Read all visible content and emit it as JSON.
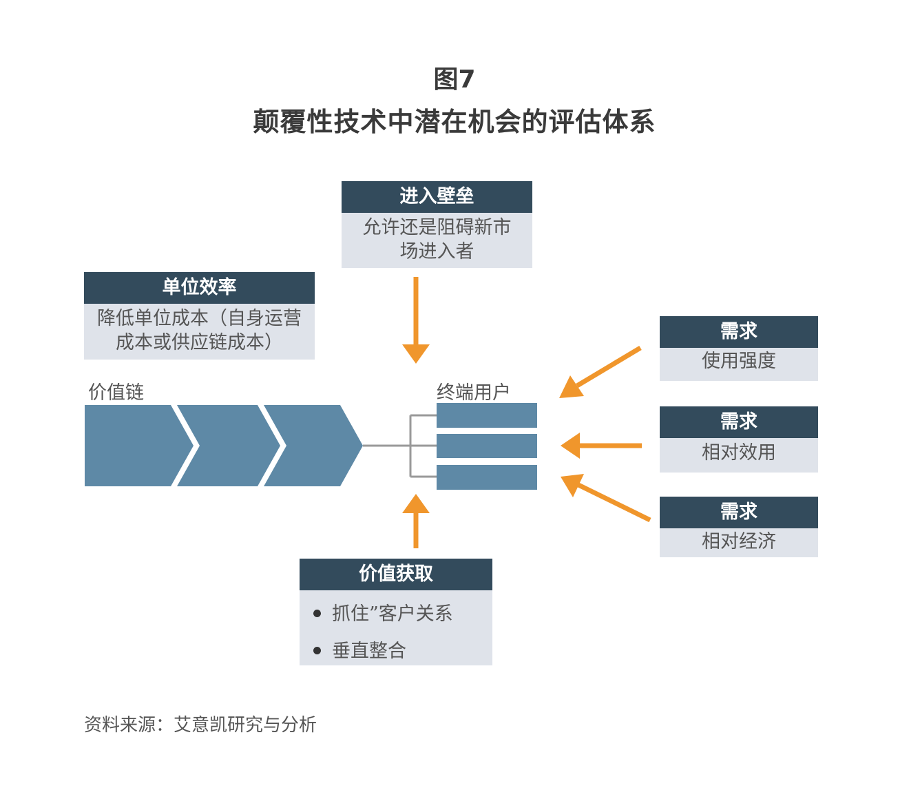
{
  "figure": {
    "label": "图7",
    "title": "颠覆性技术中潜在机会的评估体系"
  },
  "boxes": {
    "entry_barrier": {
      "header": "进入壁垒",
      "lines": [
        "允许还是阻碍新市",
        "场进入者"
      ]
    },
    "unit_efficiency": {
      "header": "单位效率",
      "lines": [
        "降低单位成本（自身运营",
        "成本或供应链成本）"
      ]
    },
    "value_capture": {
      "header": "价值获取",
      "bullets": [
        "抓住”客户关系",
        "垂直整合"
      ]
    },
    "demand_1": {
      "header": "需求",
      "text": "使用强度"
    },
    "demand_2": {
      "header": "需求",
      "text": "相对效用"
    },
    "demand_3": {
      "header": "需求",
      "text": "相对经济"
    }
  },
  "labels": {
    "value_chain": "价值链",
    "end_user": "终端用户"
  },
  "source": "资料来源：艾意凯研究与分析",
  "colors": {
    "header_bg": "#334b5c",
    "box_bg": "#dfe3ea",
    "chevron": "#5e89a6",
    "arrow": "#f0962c",
    "connector": "#999999"
  }
}
